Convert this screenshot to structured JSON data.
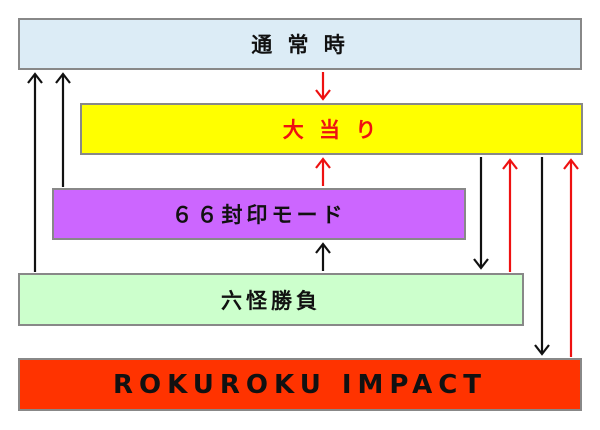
{
  "diagram": {
    "nodes": {
      "normal": {
        "label": "通 常 時",
        "fill": "#dcecf6",
        "text_color": "#111111"
      },
      "jackpot": {
        "label": "大 当 り",
        "fill": "#ffff00",
        "text_color": "#ee1111"
      },
      "seal": {
        "label": "６６封印モード",
        "fill": "#cc66ff",
        "text_color": "#111111"
      },
      "battle": {
        "label": "六怪勝負",
        "fill": "#ccffcc",
        "text_color": "#111111"
      },
      "impact": {
        "label": "ROKUROKU IMPACT",
        "fill": "#ff3300",
        "text_color": "#111111"
      }
    },
    "edges": [
      {
        "from": "normal",
        "to": "jackpot",
        "color": "#ee1111"
      },
      {
        "from": "seal",
        "to": "jackpot",
        "color": "#ee1111"
      },
      {
        "from": "battle",
        "to": "seal",
        "color": "#111111"
      },
      {
        "from": "battle",
        "to": "normal",
        "color": "#111111"
      },
      {
        "from": "seal",
        "to": "normal",
        "color": "#111111"
      },
      {
        "from": "jackpot",
        "to": "battle",
        "color": "#111111"
      },
      {
        "from": "battle",
        "to": "jackpot",
        "color": "#ee1111"
      },
      {
        "from": "jackpot",
        "to": "impact",
        "color": "#111111"
      },
      {
        "from": "impact",
        "to": "jackpot",
        "color": "#ee1111"
      }
    ]
  }
}
